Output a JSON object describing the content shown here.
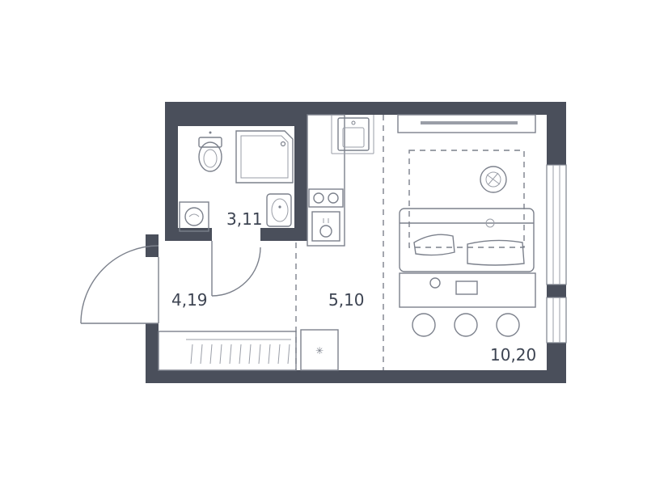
{
  "rooms": {
    "bathroom": {
      "area": "3,11"
    },
    "hallway": {
      "area": "4,19"
    },
    "kitchen": {
      "area": "5,10"
    },
    "living": {
      "area": "10,20"
    }
  },
  "colors": {
    "wall": "#4a4f5b",
    "line": "#7c818c",
    "text": "#3d4452"
  }
}
